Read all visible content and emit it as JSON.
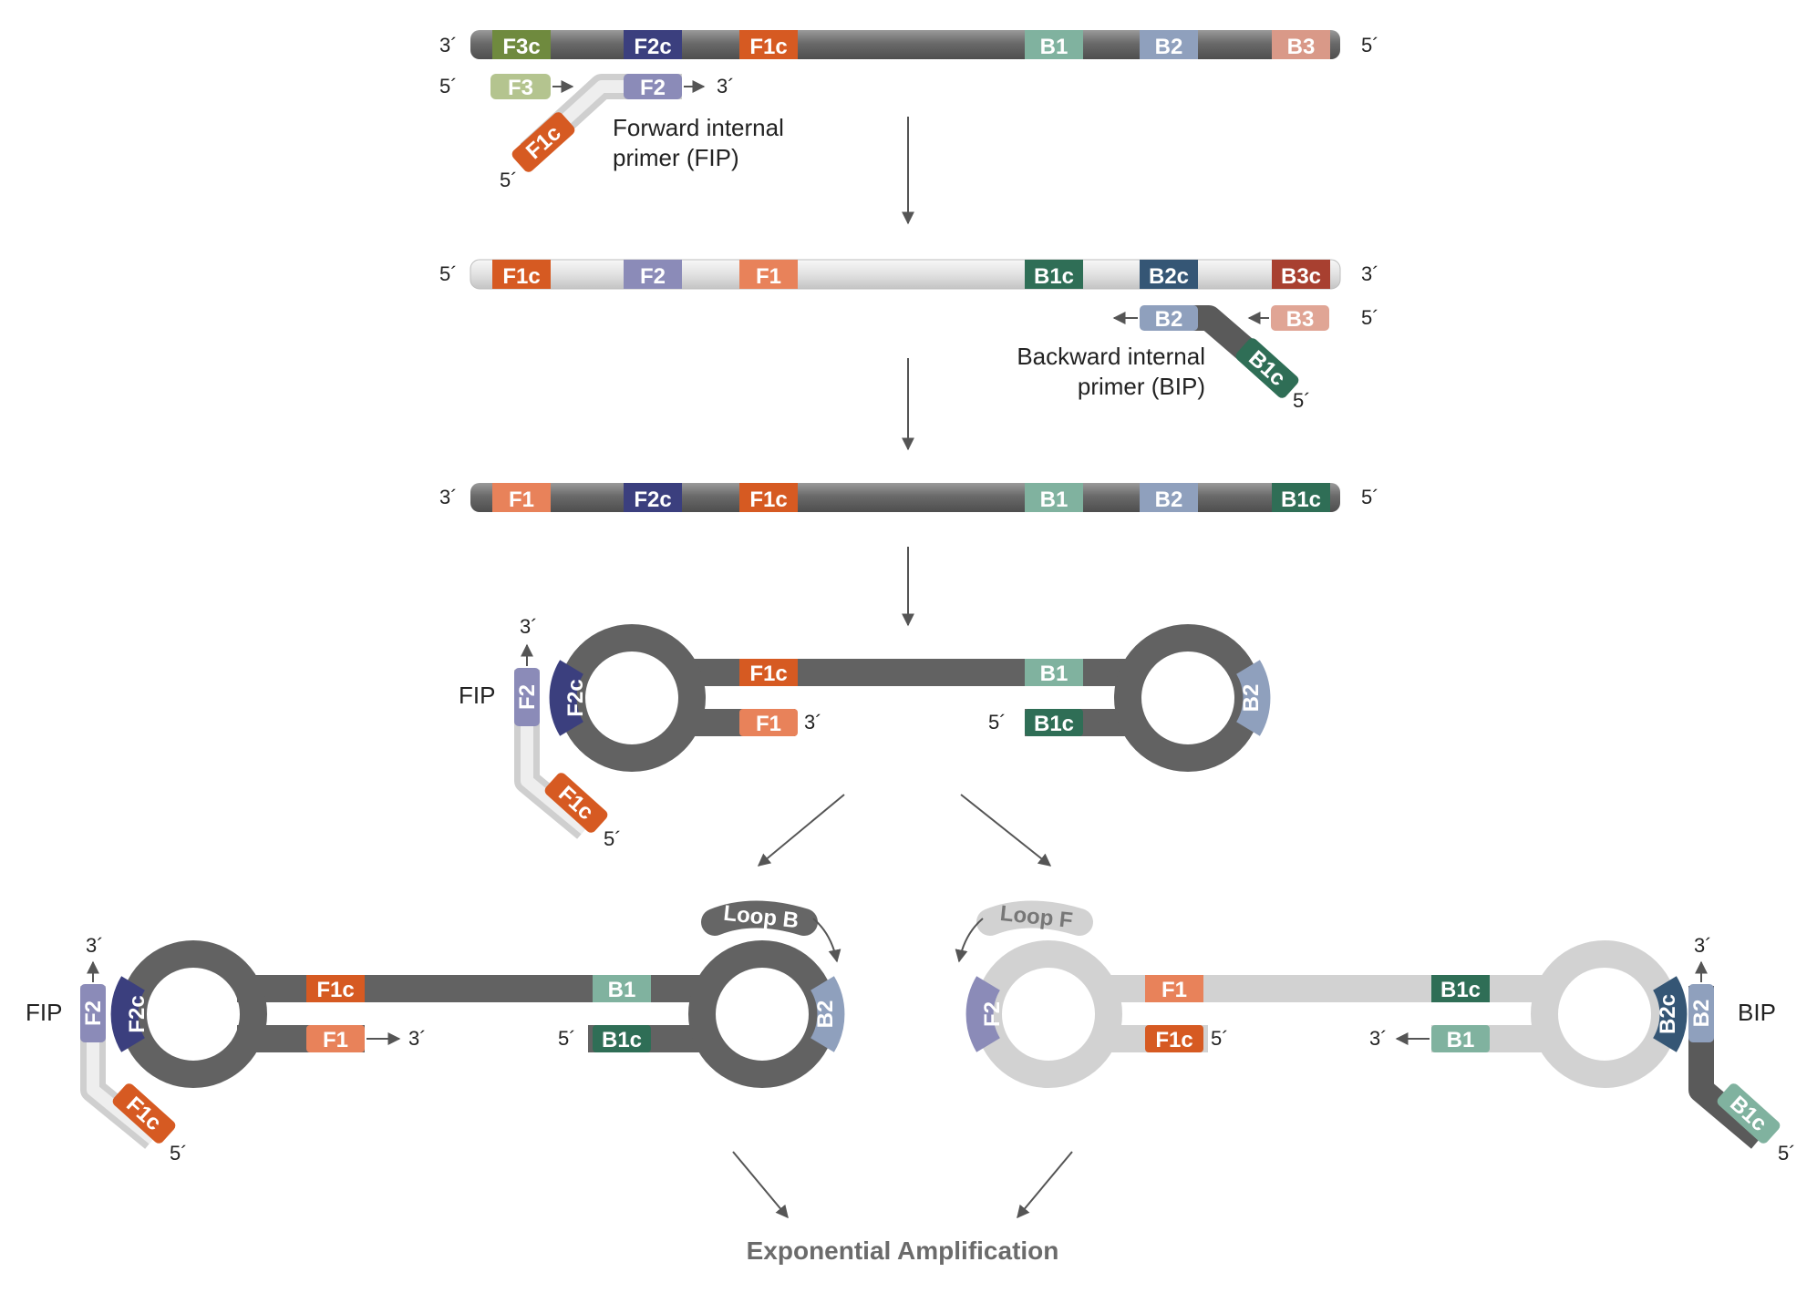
{
  "colors": {
    "dark_strand": "#6f6f6f",
    "light_strand": "#dcdcdc",
    "F3": "#98ad6a",
    "F2": "#8b8bb8",
    "F2c": "#3b3f7e",
    "F1": "#e8825a",
    "F1c": "#d65a22",
    "B1": "#80b29f",
    "B1c": "#2f6e56",
    "B2": "#8fa0bd",
    "B2c": "#355675",
    "B3": "#d99988",
    "B3c": "#a84030",
    "arrow": "#555555",
    "footer_text": "#6b6b6b"
  },
  "ends": {
    "three": "3´",
    "five": "5´"
  },
  "segments": {
    "F3c": "F3c",
    "F2c": "F2c",
    "F1c": "F1c",
    "B1": "B1",
    "B2": "B2",
    "B3": "B3",
    "F3": "F3",
    "F2": "F2",
    "F1": "F1",
    "B1c": "B1c",
    "B2c": "B2c",
    "B3c": "B3c"
  },
  "captions": {
    "fip_line1": "Forward internal",
    "fip_line2": "primer (FIP)",
    "bip_line1": "Backward internal",
    "bip_line2": "primer (BIP)",
    "fip": "FIP",
    "bip": "BIP",
    "loop_b": "Loop B",
    "loop_f": "Loop F"
  },
  "footer": "Exponential Amplification",
  "icons": [
    "arrow-down-icon",
    "arrow-diagonal-icon",
    "curved-arrow-icon"
  ]
}
